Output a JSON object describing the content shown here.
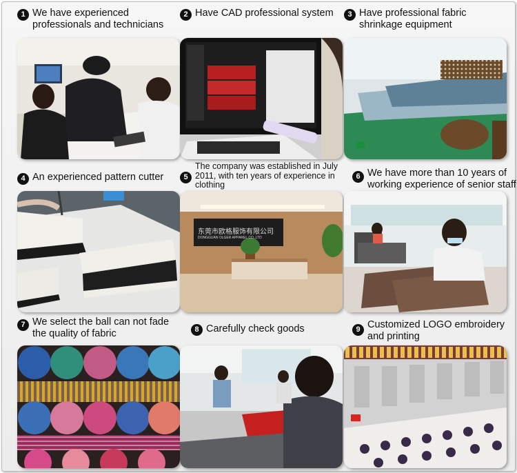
{
  "items": [
    {
      "num": "1",
      "text": "We have experienced professionals and technicians"
    },
    {
      "num": "2",
      "text": "Have CAD professional system"
    },
    {
      "num": "3",
      "text": "Have professional fabric shrinkage equipment"
    },
    {
      "num": "4",
      "text": "An experienced pattern cutter"
    },
    {
      "num": "5",
      "text": "The company was established in July 2011, with ten years of experience in clothing"
    },
    {
      "num": "6",
      "text": "We have more than 10 years of working experience of senior staff"
    },
    {
      "num": "7",
      "text": "We select the ball can not fade the quality of fabric"
    },
    {
      "num": "8",
      "text": "Carefully check goods"
    },
    {
      "num": "9",
      "text": "Customized LOGO embroidery and printing"
    }
  ],
  "office_sign": {
    "chinese": "东莞市欧格服饰有限公司",
    "english": "DONGGUAN OLGER APPAREL CO.,LTD"
  }
}
